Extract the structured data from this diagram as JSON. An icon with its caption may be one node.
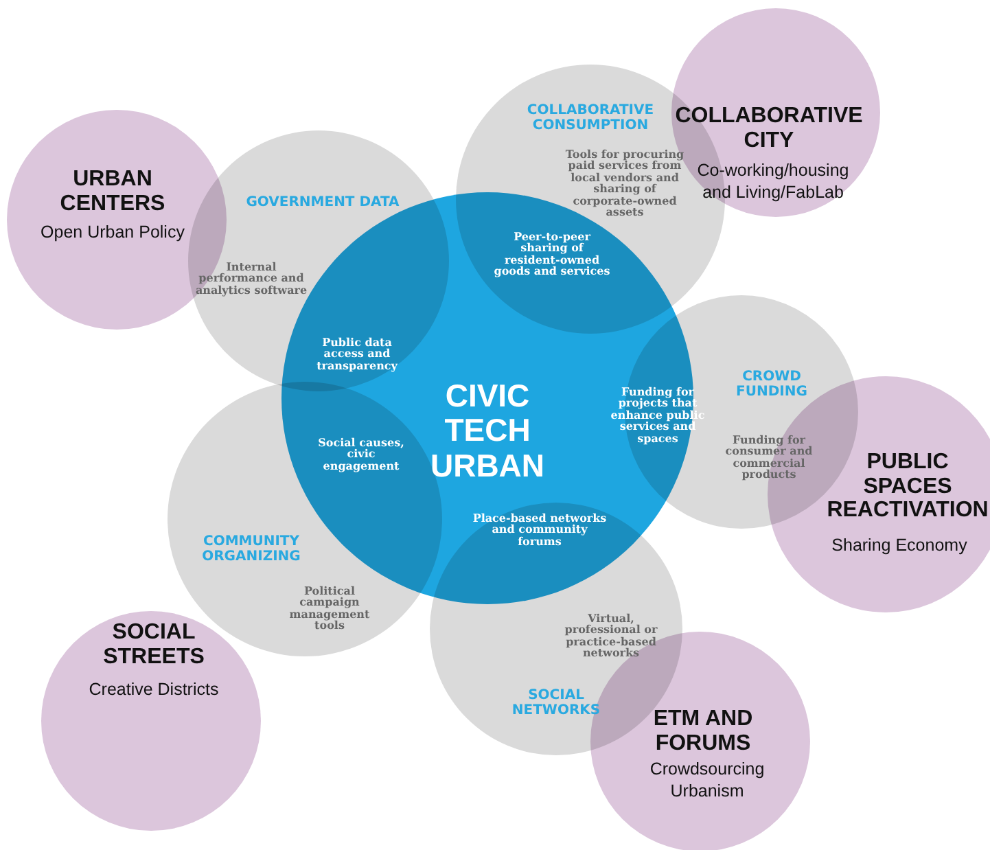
{
  "diagram": {
    "nodes": [
      {
        "text": [
          "CIVIC TECH URBAN"
        ]
      },
      {
        "text": [
          "GOVERNMENT DATA",
          "Internal performance and analytics software"
        ]
      },
      {
        "text": [
          "COLLABORATIVE CONSUMPTION",
          "Tools for procuring paid services from local vendors and sharing of corporate-owned assets"
        ]
      },
      {
        "text": [
          "CROWD FUNDING",
          "Funding for consumer and commercial products"
        ]
      },
      {
        "text": [
          "Virtual, professional or practice-based networks",
          "SOCIAL NETWORKS"
        ]
      },
      {
        "text": [
          "COMMUNITY ORGANIZING",
          "Political campaign management tools"
        ]
      },
      {
        "text": [
          "URBAN CENTERS",
          "Open Urban Policy"
        ]
      },
      {
        "text": [
          "COLLABORATIVE CITY",
          "Co-working/housing and Living/FabLab"
        ]
      },
      {
        "text": [
          "PUBLIC SPACES REACTIVATION",
          "Sharing Economy"
        ]
      },
      {
        "text": [
          "SOCIAL STREETS",
          "Creative Districts"
        ]
      },
      {
        "text": [
          "ETM AND FORUMS",
          "Crowdsourcing Urbanism"
        ]
      }
    ],
    "labels": [
      "Peer-to-peer sharing of resident-owned goods and services",
      "Public data access and transparency",
      "Funding for projects that enhance public services and spaces",
      "Social causes, civic engagement",
      "Place-based networks and community forums"
    ]
  }
}
